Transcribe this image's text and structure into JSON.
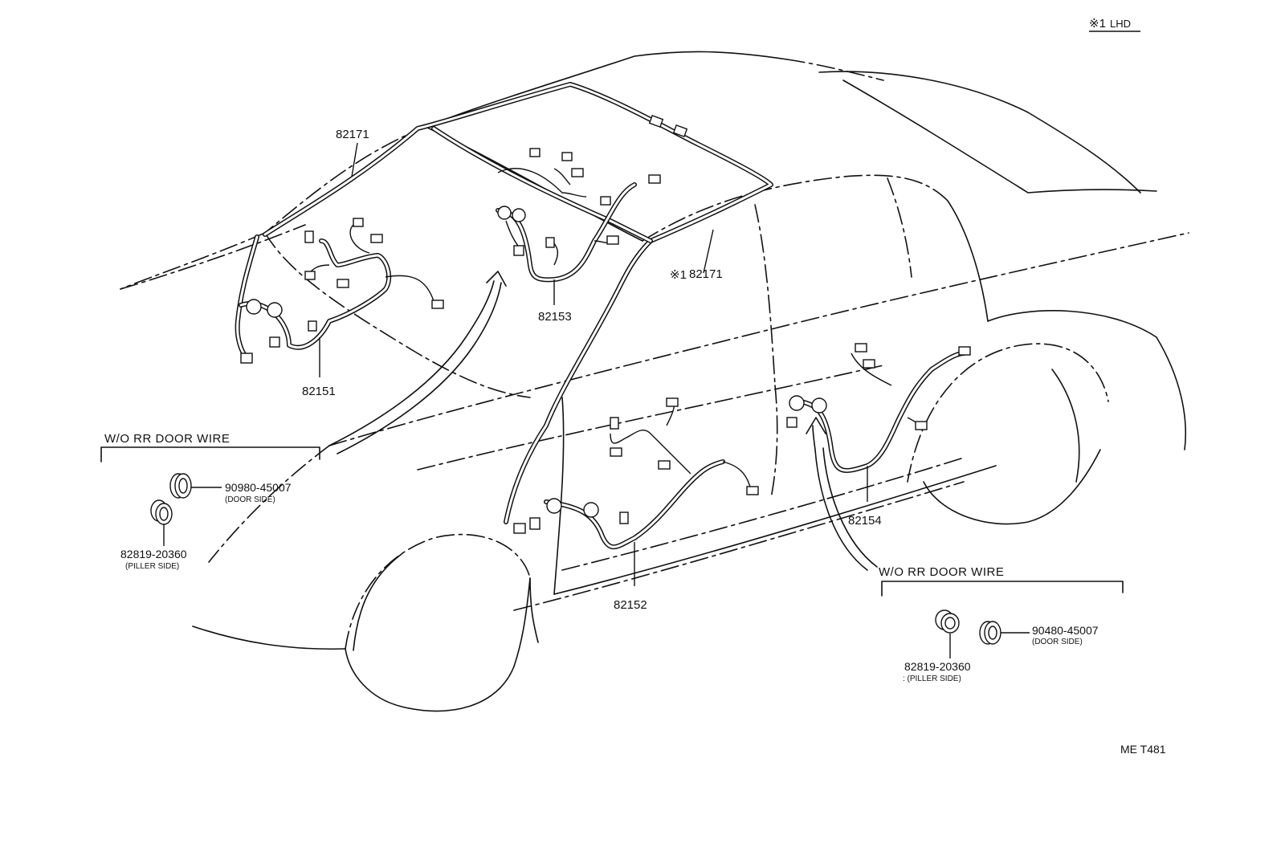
{
  "header": {
    "note_symbol": "※1",
    "note_text": "LHD"
  },
  "parts": {
    "p82171_front": "82171",
    "p82171_rear": "82171",
    "p82171_rear_note": "※1",
    "p82153": "82153",
    "p82151": "82151",
    "p82152": "82152",
    "p82154": "82154"
  },
  "inset_left": {
    "title": "W/O RR DOOR WIRE",
    "part_a": "90980-45007",
    "part_a_note": "(DOOR SIDE)",
    "part_b": "82819-20360",
    "part_b_note": "(PILLER SIDE)"
  },
  "inset_right": {
    "title": "W/O RR DOOR WIRE",
    "part_a": "90480-45007",
    "part_a_note": "(DOOR SIDE)",
    "part_b": "82819-20360",
    "part_b_note": ": (PILLER SIDE)"
  },
  "footer": {
    "code": "ME T481"
  }
}
